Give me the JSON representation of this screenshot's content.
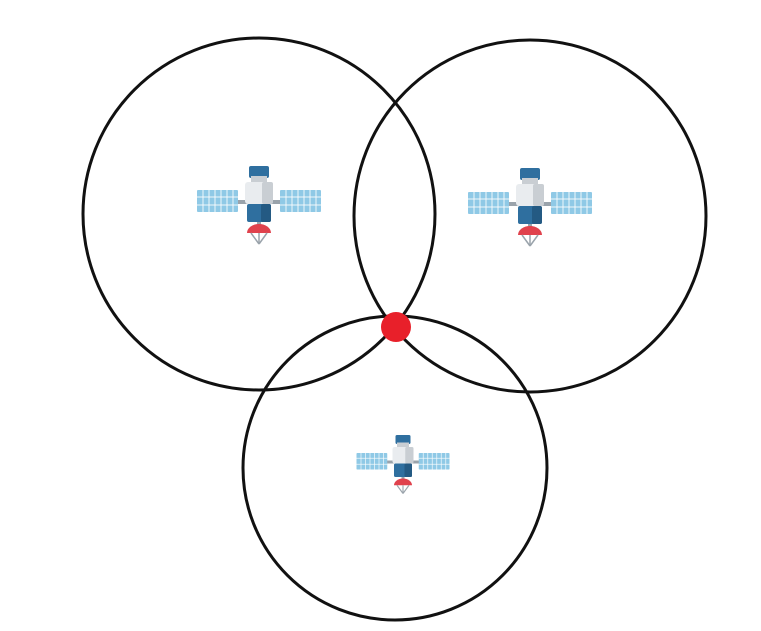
{
  "diagram": {
    "subject": "trilateration",
    "circle_color": "#111111",
    "intersection_color": "#e8202a",
    "circles": [
      {
        "id": "left",
        "icon": "satellite-icon"
      },
      {
        "id": "right",
        "icon": "satellite-icon"
      },
      {
        "id": "bottom",
        "icon": "satellite-icon"
      }
    ],
    "intersection_point": {
      "icon": "location-dot"
    },
    "satellite_colors": {
      "panel": "#8fc9e6",
      "panel_grid": "#ffffff",
      "truss": "#9aa3ab",
      "body": "#e9ecef",
      "body_shade": "#c9ced3",
      "module": "#2f6f9f",
      "module_dark": "#245a83",
      "dish": "#e0424d"
    }
  }
}
